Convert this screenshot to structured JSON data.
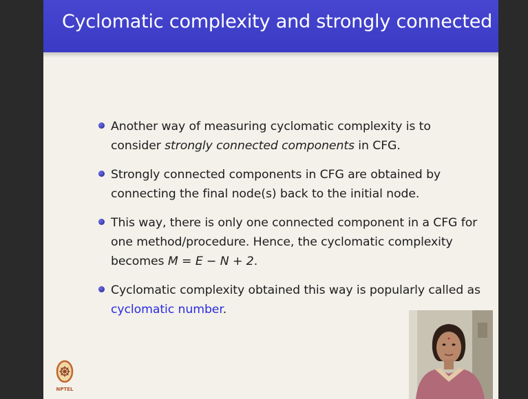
{
  "slide": {
    "title": "Cyclomatic complexity and strongly connected components",
    "bullets": [
      {
        "part1": "Another way of measuring cyclomatic complexity is to consider ",
        "emphasis": "strongly connected components",
        "part2": " in CFG."
      },
      {
        "text": "Strongly connected components in CFG are obtained by connecting the final node(s) back to the initial node."
      },
      {
        "part1": "This way, there is only one connected component in a CFG for one method/procedure. Hence, the cyclomatic complexity becomes ",
        "formula": "M = E − N + 2",
        "part2": "."
      },
      {
        "part1": "Cyclomatic complexity obtained this way is popularly called as ",
        "link": "cyclomatic number",
        "part2": "."
      }
    ],
    "logo_text": "NPTEL"
  },
  "colors": {
    "title_bar": "#3f3fca",
    "bullet": "#3030b0",
    "link": "#2c2ce0",
    "slide_background": "#f3f1ea"
  },
  "icons": {
    "bullet": "bullet-dot-icon",
    "logo": "nptel-logo-icon"
  }
}
